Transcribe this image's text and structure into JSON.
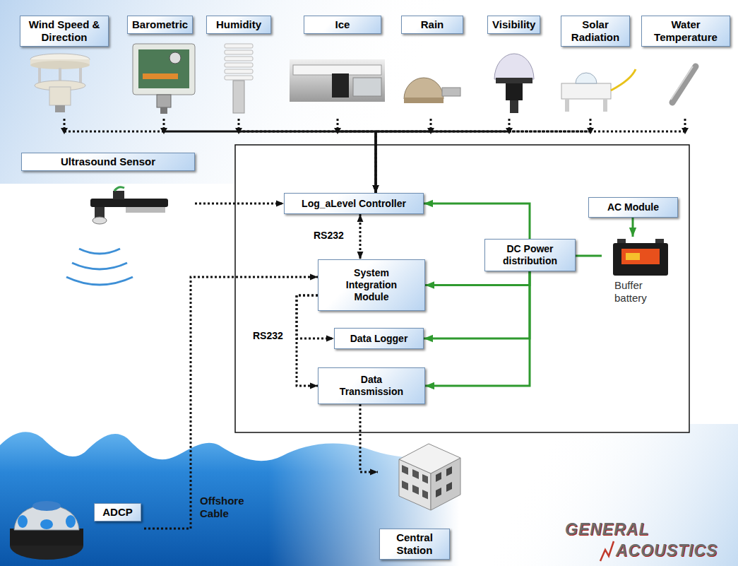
{
  "diagram": {
    "nodes": [
      {
        "text": [
          "Wind Speed & Direction"
        ]
      },
      {
        "text": [
          "Barometric"
        ]
      },
      {
        "text": [
          "Humidity"
        ]
      },
      {
        "text": [
          "Ice"
        ]
      },
      {
        "text": [
          "Rain"
        ]
      },
      {
        "text": [
          "Visibility"
        ]
      },
      {
        "text": [
          "Solar Radiation"
        ]
      },
      {
        "text": [
          "Water Temperature"
        ]
      },
      {
        "text": [
          "Ultrasound Sensor"
        ]
      },
      {
        "text": [
          "Log_aLevel Controller"
        ]
      },
      {
        "text": [
          "System Integration Module"
        ]
      },
      {
        "text": [
          "Data Logger"
        ]
      },
      {
        "text": [
          "Data Transmission"
        ]
      },
      {
        "text": [
          "DC Power distribution"
        ]
      },
      {
        "text": [
          "AC Module"
        ]
      },
      {
        "text": [
          "Buffer battery"
        ]
      },
      {
        "text": [
          "ADCP"
        ]
      },
      {
        "text": [
          "Central Station"
        ]
      }
    ],
    "edges": [
      {
        "from": 0,
        "to": 9,
        "arrow": "to"
      },
      {
        "from": 1,
        "to": 9,
        "arrow": "to"
      },
      {
        "from": 2,
        "to": 9,
        "arrow": "to"
      },
      {
        "from": 3,
        "to": 9,
        "arrow": "to"
      },
      {
        "from": 4,
        "to": 9,
        "arrow": "to"
      },
      {
        "from": 5,
        "to": 9,
        "arrow": "to"
      },
      {
        "from": 6,
        "to": 9,
        "arrow": "to"
      },
      {
        "from": 7,
        "to": 9,
        "arrow": "to"
      },
      {
        "from": 8,
        "to": 9,
        "arrow": "to"
      },
      {
        "from": 9,
        "to": 10,
        "arrow": "both"
      },
      {
        "from": 10,
        "to": 11,
        "arrow": "to"
      },
      {
        "from": 10,
        "to": 12,
        "arrow": "to"
      },
      {
        "from": 16,
        "to": 10,
        "arrow": "to"
      },
      {
        "from": 12,
        "to": 17,
        "arrow": "to"
      },
      {
        "from": 13,
        "to": 9,
        "arrow": "to"
      },
      {
        "from": 13,
        "to": 10,
        "arrow": "to"
      },
      {
        "from": 13,
        "to": 11,
        "arrow": "to"
      },
      {
        "from": 13,
        "to": 12,
        "arrow": "to"
      },
      {
        "from": 14,
        "to": 15,
        "arrow": "to"
      },
      {
        "from": 15,
        "to": 13,
        "arrow": "none"
      }
    ],
    "labels": [
      "RS232",
      "RS232",
      "Offshore Cable",
      "GENERAL",
      "ACOUSTICS"
    ]
  }
}
